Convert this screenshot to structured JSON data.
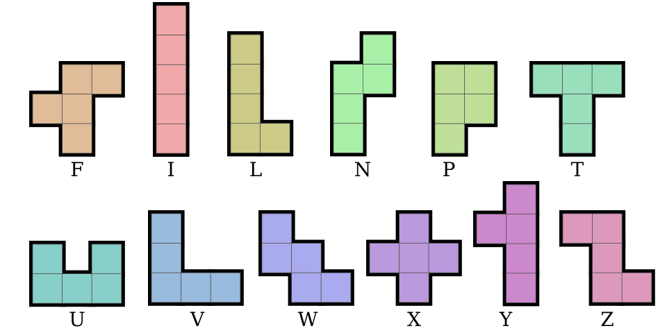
{
  "title": "Pentominoes",
  "pieces": [
    {
      "label": "F",
      "color": "#e0bc98",
      "cells": [
        [
          1,
          0
        ],
        [
          2,
          0
        ],
        [
          0,
          1
        ],
        [
          1,
          1
        ],
        [
          1,
          2
        ]
      ]
    },
    {
      "label": "I",
      "color": "#f0a8a8",
      "cells": [
        [
          0,
          0
        ],
        [
          0,
          1
        ],
        [
          0,
          2
        ],
        [
          0,
          3
        ],
        [
          0,
          4
        ]
      ]
    },
    {
      "label": "L",
      "color": "#cccc88",
      "cells": [
        [
          0,
          0
        ],
        [
          0,
          1
        ],
        [
          0,
          2
        ],
        [
          0,
          3
        ],
        [
          1,
          3
        ]
      ]
    },
    {
      "label": "N",
      "color": "#a8f0a8",
      "cells": [
        [
          1,
          0
        ],
        [
          1,
          1
        ],
        [
          0,
          1
        ],
        [
          0,
          2
        ],
        [
          0,
          3
        ]
      ]
    },
    {
      "label": "P",
      "color": "#bfdf99",
      "cells": [
        [
          0,
          0
        ],
        [
          1,
          0
        ],
        [
          0,
          1
        ],
        [
          1,
          1
        ],
        [
          0,
          2
        ]
      ]
    },
    {
      "label": "T",
      "color": "#99dfbb",
      "cells": [
        [
          0,
          0
        ],
        [
          1,
          0
        ],
        [
          2,
          0
        ],
        [
          1,
          1
        ],
        [
          1,
          2
        ]
      ]
    },
    {
      "label": "U",
      "color": "#88cfc9",
      "cells": [
        [
          0,
          0
        ],
        [
          2,
          0
        ],
        [
          0,
          1
        ],
        [
          1,
          1
        ],
        [
          2,
          1
        ]
      ]
    },
    {
      "label": "V",
      "color": "#99bbdd",
      "cells": [
        [
          0,
          0
        ],
        [
          0,
          1
        ],
        [
          0,
          2
        ],
        [
          1,
          2
        ],
        [
          2,
          2
        ]
      ]
    },
    {
      "label": "W",
      "color": "#aaaaee",
      "cells": [
        [
          0,
          0
        ],
        [
          0,
          1
        ],
        [
          1,
          1
        ],
        [
          1,
          2
        ],
        [
          2,
          2
        ]
      ]
    },
    {
      "label": "X",
      "color": "#bb99dd",
      "cells": [
        [
          1,
          0
        ],
        [
          0,
          1
        ],
        [
          1,
          1
        ],
        [
          2,
          1
        ],
        [
          1,
          2
        ]
      ]
    },
    {
      "label": "Y",
      "color": "#cc88cc",
      "cells": [
        [
          1,
          0
        ],
        [
          0,
          1
        ],
        [
          1,
          1
        ],
        [
          1,
          2
        ],
        [
          1,
          3
        ]
      ]
    },
    {
      "label": "Z",
      "color": "#dd99bb",
      "cells": [
        [
          0,
          0
        ],
        [
          1,
          0
        ],
        [
          1,
          1
        ],
        [
          1,
          2
        ],
        [
          2,
          2
        ]
      ]
    }
  ]
}
